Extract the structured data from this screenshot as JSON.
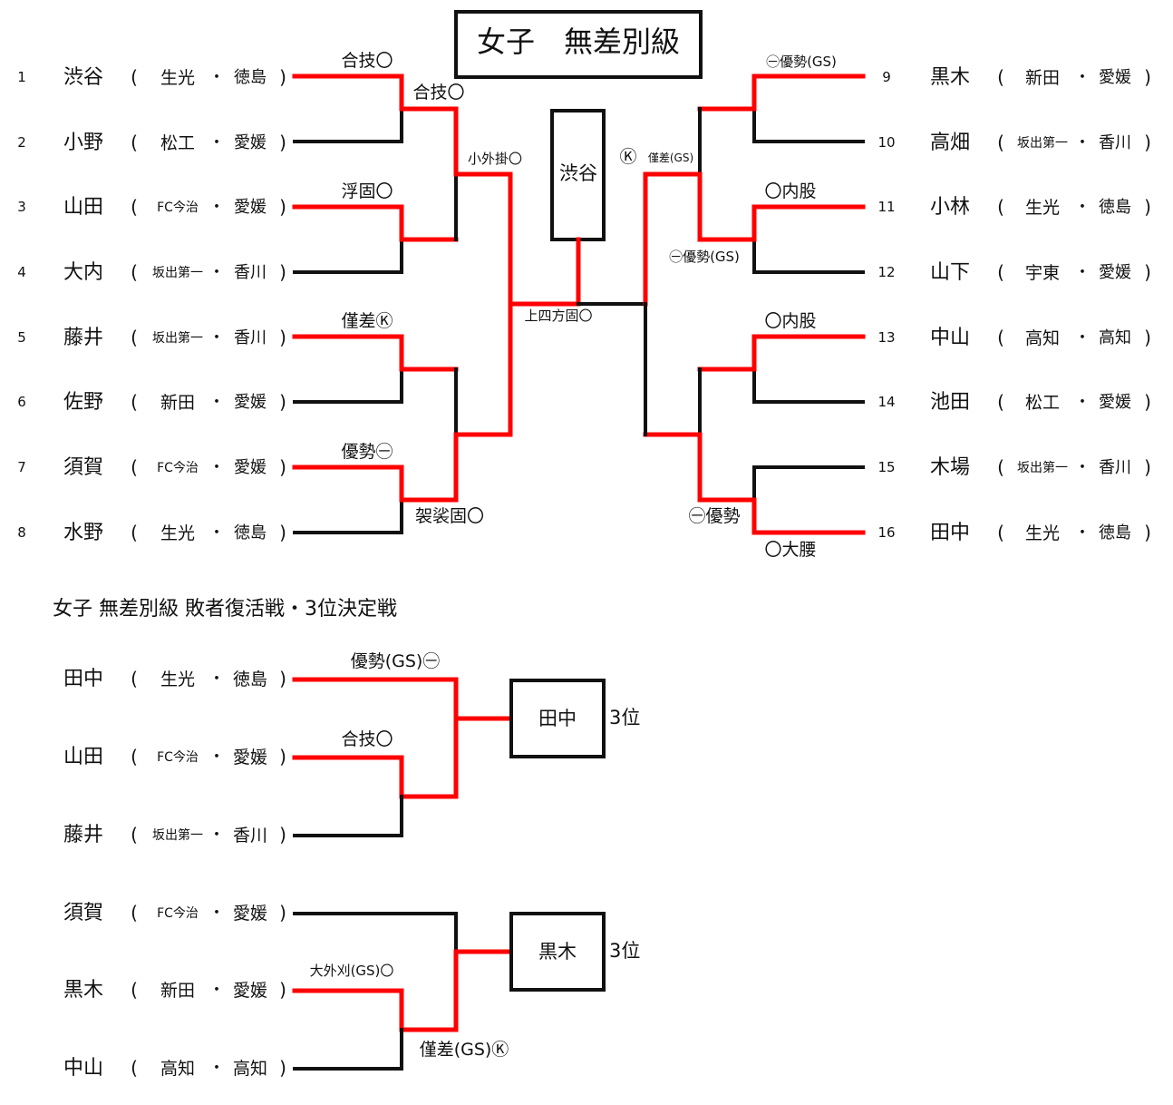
{
  "title": "女子　無差別級",
  "subtitle": "女子 無差別級 敗者復活戦・3位決定戦",
  "colors": {
    "win": "#ff0000",
    "line": "#111111"
  },
  "separator": "・",
  "paren_open": "(",
  "paren_close": ")",
  "main_entries": [
    {
      "num": "1",
      "name": "渋谷",
      "club": "生光",
      "pref": "徳島"
    },
    {
      "num": "2",
      "name": "小野",
      "club": "松工",
      "pref": "愛媛"
    },
    {
      "num": "3",
      "name": "山田",
      "club": "FC今治",
      "pref": "愛媛"
    },
    {
      "num": "4",
      "name": "大内",
      "club": "坂出第一",
      "pref": "香川"
    },
    {
      "num": "5",
      "name": "藤井",
      "club": "坂出第一",
      "pref": "香川"
    },
    {
      "num": "6",
      "name": "佐野",
      "club": "新田",
      "pref": "愛媛"
    },
    {
      "num": "7",
      "name": "須賀",
      "club": "FC今治",
      "pref": "愛媛"
    },
    {
      "num": "8",
      "name": "水野",
      "club": "生光",
      "pref": "徳島"
    },
    {
      "num": "9",
      "name": "黒木",
      "club": "新田",
      "pref": "愛媛"
    },
    {
      "num": "10",
      "name": "高畑",
      "club": "坂出第一",
      "pref": "香川"
    },
    {
      "num": "11",
      "name": "小林",
      "club": "生光",
      "pref": "徳島"
    },
    {
      "num": "12",
      "name": "山下",
      "club": "宇東",
      "pref": "愛媛"
    },
    {
      "num": "13",
      "name": "中山",
      "club": "高知",
      "pref": "高知"
    },
    {
      "num": "14",
      "name": "池田",
      "club": "松工",
      "pref": "愛媛"
    },
    {
      "num": "15",
      "name": "木場",
      "club": "坂出第一",
      "pref": "香川"
    },
    {
      "num": "16",
      "name": "田中",
      "club": "生光",
      "pref": "徳島"
    }
  ],
  "main_results": {
    "l_r1_1": "合技〇",
    "l_r1_2": "浮固〇",
    "l_r1_3": "僅差Ⓚ",
    "l_r1_4": "優勢㊀",
    "l_r2_1": "合技〇",
    "l_r2_2": "袈裟固〇",
    "l_r3": "小外掛〇",
    "final": "上四方固〇",
    "r_r1_1": "㊀優勢(GS)",
    "r_r1_2": "〇内股",
    "r_r1_3": "〇内股",
    "r_r1_4": "〇大腰",
    "r_r2_1": "㊀優勢(GS)",
    "r_r2_2": "㊀優勢",
    "r_r3_mark": "Ⓚ",
    "r_r3": "僅差(GS)"
  },
  "champion": "渋谷",
  "repechage": {
    "group1": {
      "entries": [
        {
          "name": "田中",
          "club": "生光",
          "pref": "徳島"
        },
        {
          "name": "山田",
          "club": "FC今治",
          "pref": "愛媛"
        },
        {
          "name": "藤井",
          "club": "坂出第一",
          "pref": "香川"
        }
      ],
      "results": {
        "r1": "合技〇",
        "final": "優勢(GS)㊀"
      },
      "winner": "田中",
      "place": "3位"
    },
    "group2": {
      "entries": [
        {
          "name": "須賀",
          "club": "FC今治",
          "pref": "愛媛"
        },
        {
          "name": "黒木",
          "club": "新田",
          "pref": "愛媛"
        },
        {
          "name": "中山",
          "club": "高知",
          "pref": "高知"
        }
      ],
      "results": {
        "r1": "大外刈(GS)〇",
        "final": "僅差(GS)Ⓚ"
      },
      "winner": "黒木",
      "place": "3位"
    }
  }
}
